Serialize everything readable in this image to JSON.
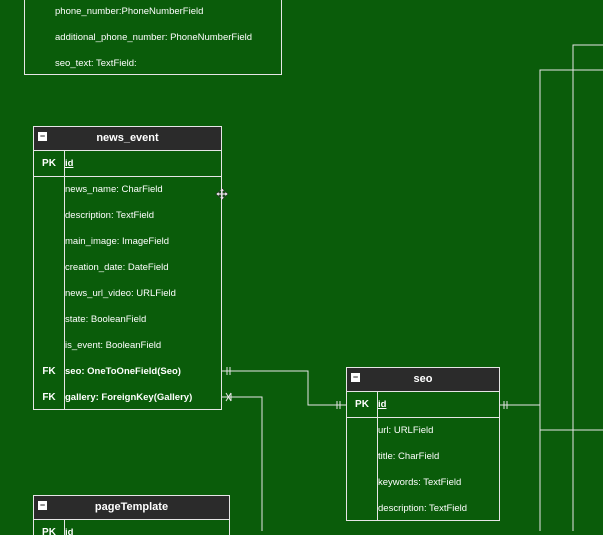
{
  "top_entity": {
    "fields": [
      "phone_number:PhoneNumberField",
      "additional_phone_number: PhoneNumberField",
      "seo_text: TextField:"
    ]
  },
  "news_event": {
    "title": "news_event",
    "collapse_symbol": "−",
    "pk": {
      "key": "PK",
      "name": "id"
    },
    "fields": [
      "news_name: CharField",
      "description: TextField",
      "main_image: ImageField",
      "creation_date: DateField",
      "news_url_video: URLField",
      "state: BooleanField",
      "is_event: BooleanField"
    ],
    "fks": [
      {
        "key": "FK",
        "name": "seo: OneToOneField(Seo)"
      },
      {
        "key": "FK",
        "name": "gallery: ForeignKey(Gallery)"
      }
    ]
  },
  "seo": {
    "title": "seo",
    "collapse_symbol": "−",
    "pk": {
      "key": "PK",
      "name": "id"
    },
    "fields": [
      "url: URLField",
      "title: CharField",
      "keywords: TextField",
      "description: TextField"
    ]
  },
  "page_template": {
    "title": "pageTemplate",
    "collapse_symbol": "−",
    "pk": {
      "key": "PK",
      "name": "id"
    }
  },
  "colors": {
    "background": "#0a5c0a",
    "header": "#2b2b2b",
    "border": "#e6e6e6"
  }
}
